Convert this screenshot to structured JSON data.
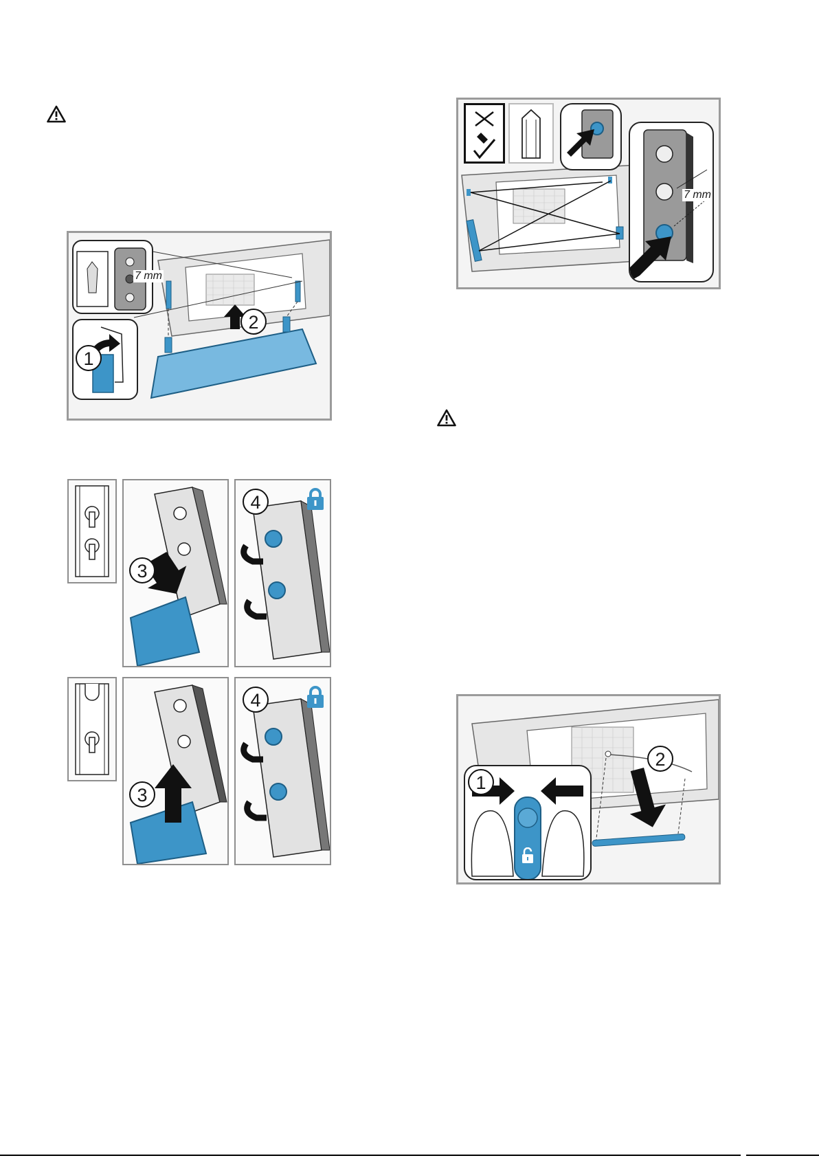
{
  "figures": {
    "fig1": {
      "step_a": "1",
      "step_b": "2",
      "dimension": "7 mm"
    },
    "fig2": {
      "step_a": "3",
      "step_b": "4"
    },
    "fig3": {
      "step_a": "3",
      "step_b": "4"
    },
    "fig4": {
      "dimension": "7 mm"
    },
    "fig5": {
      "step_a": "1",
      "step_b": "2"
    }
  },
  "icons": {
    "warning": "warning-triangle-icon",
    "lock": "padlock-locked-icon",
    "unlock": "padlock-unlocked-icon"
  },
  "colors": {
    "accent_blue": "#3d95c8",
    "frame_gray": "#9b9b9b",
    "dark": "#1a1a1a"
  }
}
